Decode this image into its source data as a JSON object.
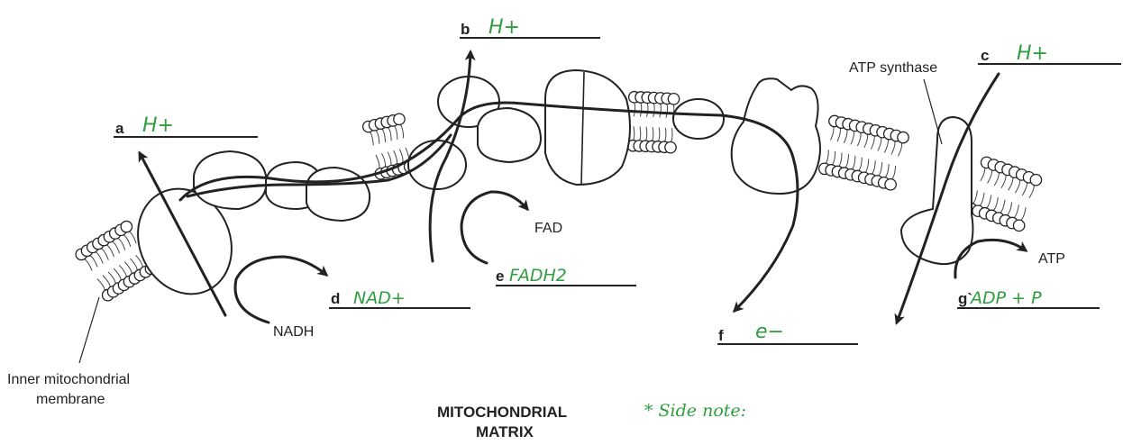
{
  "labels": {
    "a_letter": "a",
    "a_answer": "H+",
    "b_letter": "b",
    "b_answer": "H+",
    "c_letter": "c",
    "c_answer": "H+",
    "d_letter": "d",
    "d_answer": "NAD+",
    "e_letter": "e",
    "e_answer": "FADH2",
    "f_letter": "f",
    "f_answer": "e−",
    "g_letter": "g`",
    "g_answer": "ADP + P"
  },
  "text": {
    "atp_synthase": "ATP synthase",
    "fad": "FAD",
    "nadh": "NADH",
    "atp": "ATP",
    "membrane_line1": "Inner mitochondrial",
    "membrane_line2": "membrane",
    "matrix_line1": "MITOCHONDRIAL",
    "matrix_line2": "MATRIX",
    "side_note": "* Side note:"
  },
  "colors": {
    "ink": "#222222",
    "answer_green": "#2e9e3e"
  }
}
